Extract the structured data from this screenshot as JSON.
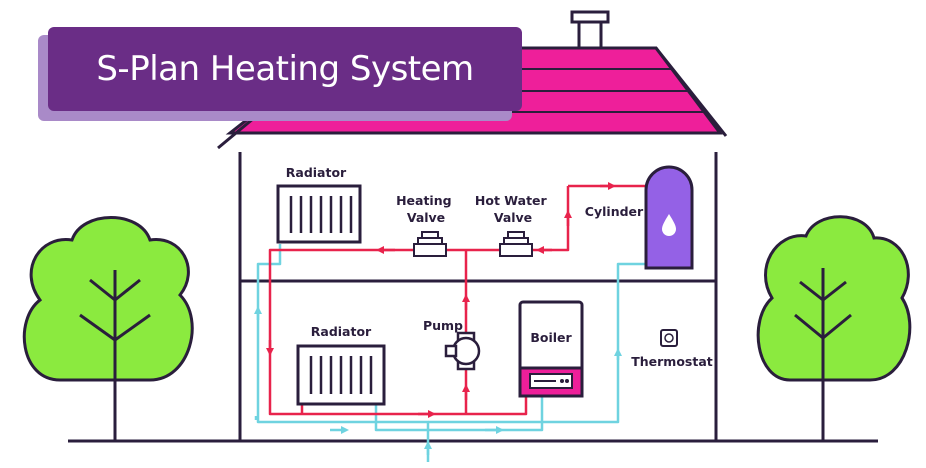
{
  "title": "S-Plan Heating System",
  "labels": {
    "radiator_upper": "Radiator",
    "radiator_lower": "Radiator",
    "heating_valve": [
      "Heating",
      "Valve"
    ],
    "hot_water_valve": [
      "Hot Water",
      "Valve"
    ],
    "cylinder": "Cylinder",
    "pump": "Pump",
    "boiler": "Boiler",
    "thermostat": "Thermostat"
  },
  "colors": {
    "flow_pipe": "#e8234c",
    "return_pipe": "#6fd3e0",
    "roof": "#ee1f9a",
    "title_bg": "#6a2d86",
    "tree": "#8bea3f",
    "cylinder": "#9461e6",
    "outline": "#2a1e3c"
  }
}
